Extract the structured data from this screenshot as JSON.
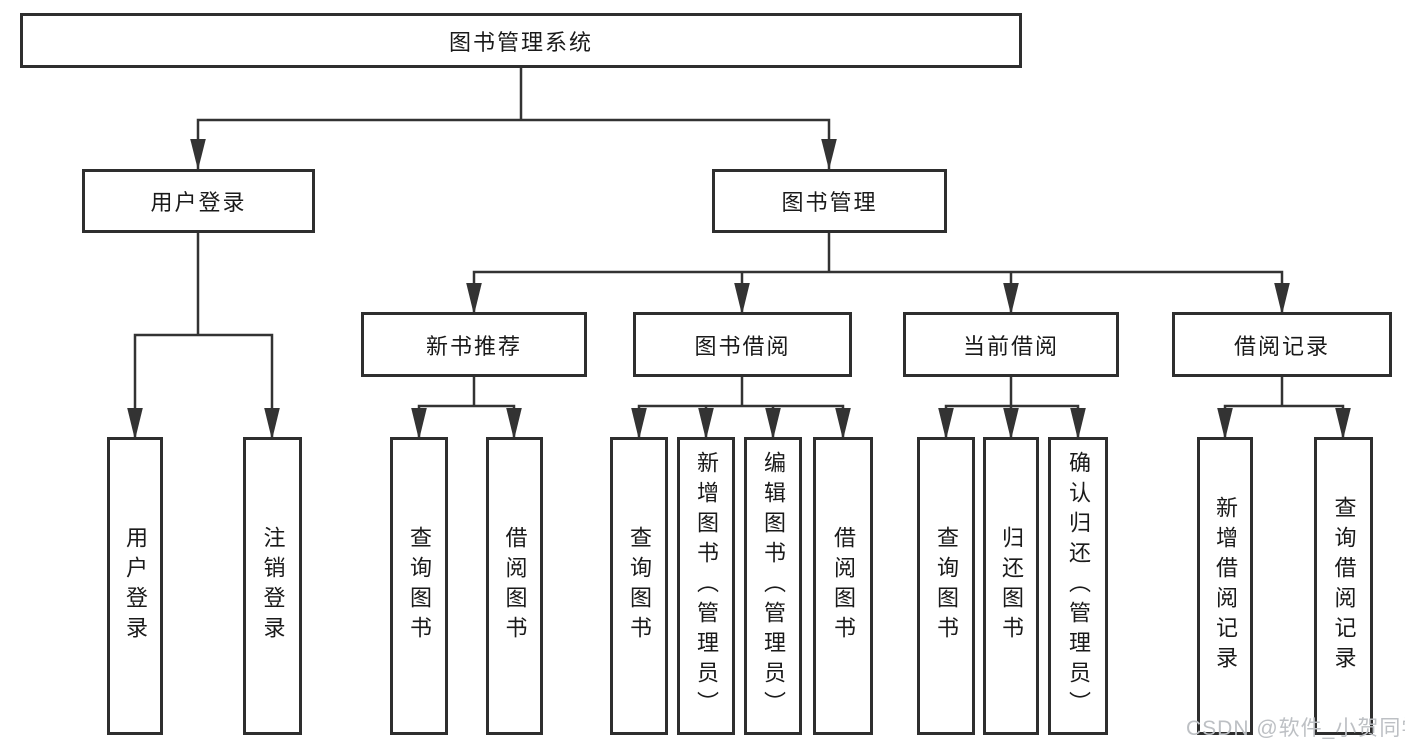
{
  "diagram_title": "图书管理系统",
  "tree": {
    "label": "图书管理系统",
    "children": [
      {
        "label": "用户登录",
        "children": [
          {
            "label": "用户登录"
          },
          {
            "label": "注销登录"
          }
        ]
      },
      {
        "label": "图书管理",
        "children": [
          {
            "label": "新书推荐",
            "children": [
              {
                "label": "查询图书"
              },
              {
                "label": "借阅图书"
              }
            ]
          },
          {
            "label": "图书借阅",
            "children": [
              {
                "label": "查询图书"
              },
              {
                "label": "新增图书（管理员）"
              },
              {
                "label": "编辑图书（管理员）"
              },
              {
                "label": "借阅图书"
              }
            ]
          },
          {
            "label": "当前借阅",
            "children": [
              {
                "label": "查询图书"
              },
              {
                "label": "归还图书"
              },
              {
                "label": "确认归还（管理员）"
              }
            ]
          },
          {
            "label": "借阅记录",
            "children": [
              {
                "label": "新增借阅记录"
              },
              {
                "label": "查询借阅记录"
              }
            ]
          }
        ]
      }
    ]
  },
  "watermark": {
    "text": "CSDN @软件_小贺同学"
  },
  "colors": {
    "background": "#ffffff",
    "box_border": "#2e2e2e",
    "connector_line": "#333333",
    "text": "#1a1a1a",
    "watermark_text": "#bdc0c4"
  }
}
